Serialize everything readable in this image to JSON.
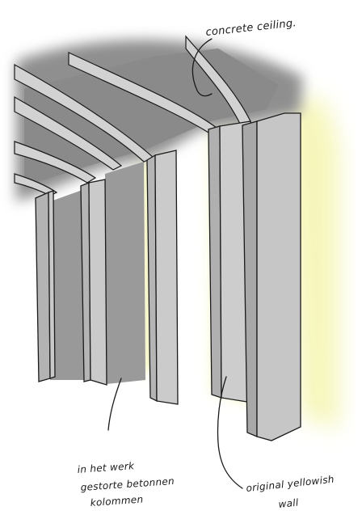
{
  "labels": {
    "ceiling": "concrete ceiling.",
    "columns_line1": "in het werk",
    "columns_line2": "gestorte betonnen",
    "columns_line3": "kolommen",
    "wall_line1": "original yellowish",
    "wall_line2": "wall"
  },
  "colors": {
    "shadow_dark": "#8c8c8c",
    "column_face": "#c8c8c8",
    "column_side": "#a9a9a9",
    "wall_glow": "#f7f7c0",
    "ink": "#1a1a1a"
  }
}
